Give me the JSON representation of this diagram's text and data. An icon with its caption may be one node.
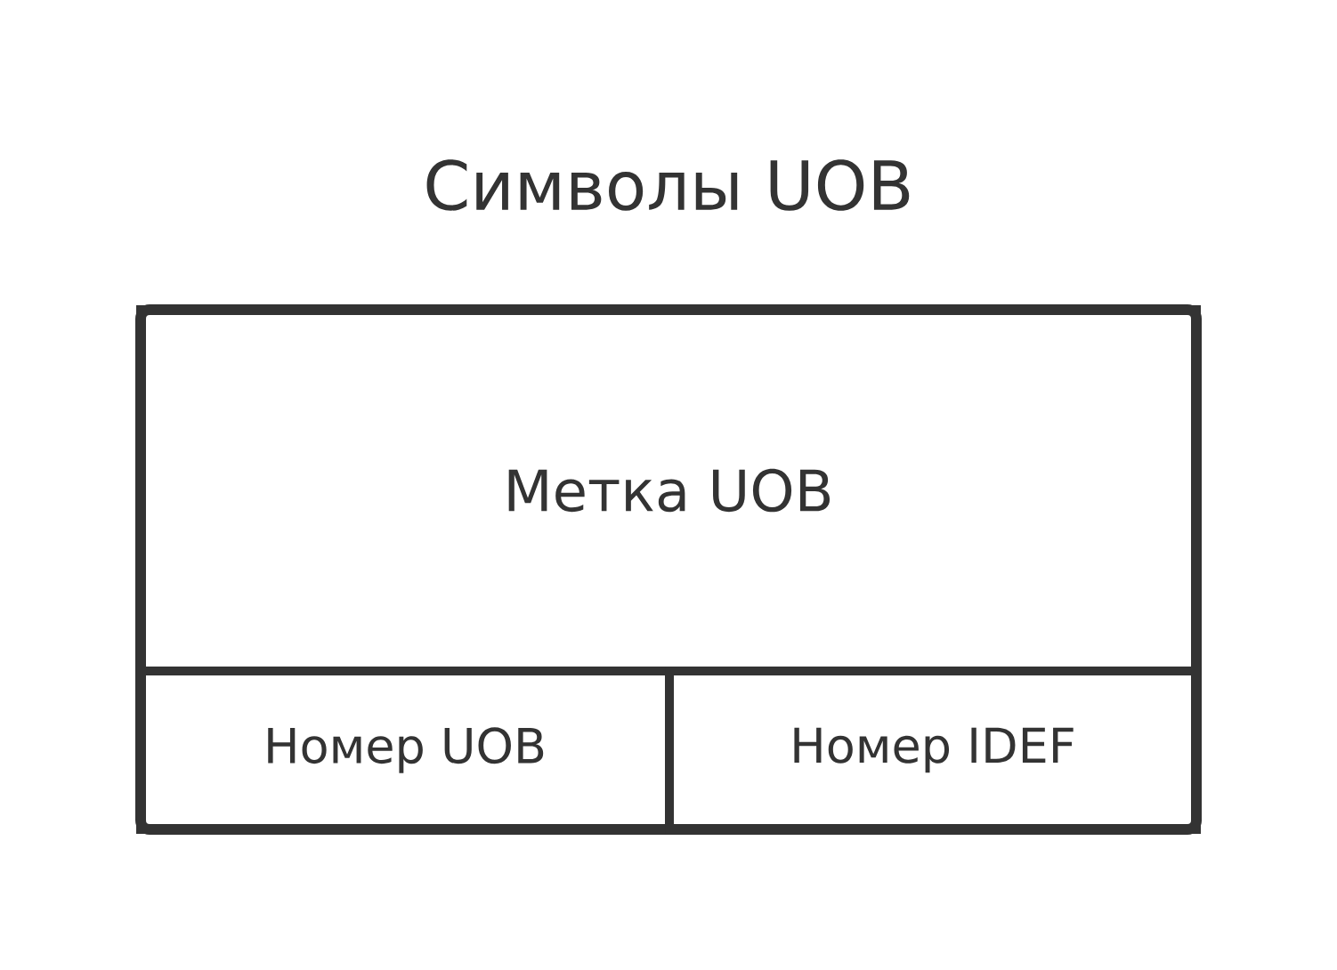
{
  "diagram": {
    "title": "Символы UOB",
    "nodes": [
      {
        "text": [],
        "shape": "box"
      },
      {
        "text": [
          "Метка UOB"
        ],
        "in": 0
      },
      {
        "text": [
          "Номер UOB"
        ],
        "in": 0
      },
      {
        "text": [
          "Номер IDEF"
        ],
        "in": 0
      }
    ]
  }
}
